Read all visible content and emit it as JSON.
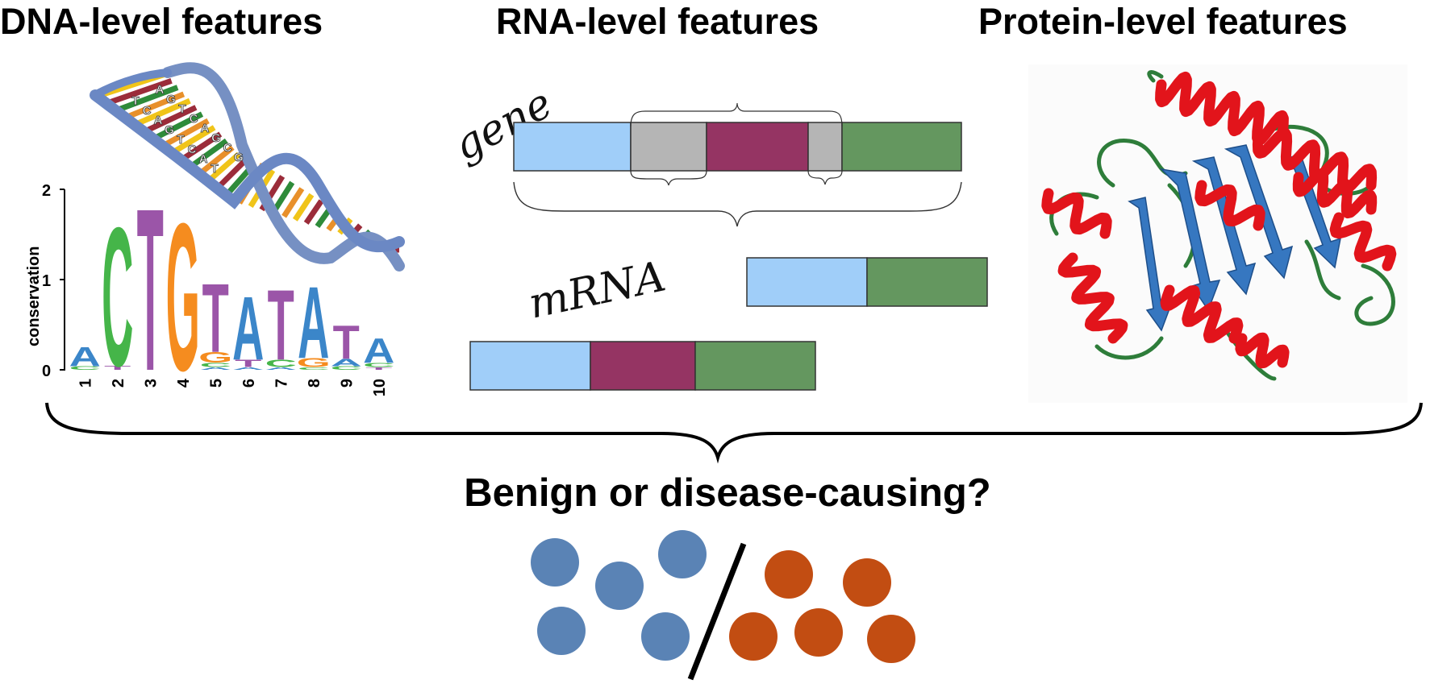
{
  "headings": {
    "dna": "DNA-level features",
    "rna": "RNA-level features",
    "protein": "Protein-level features"
  },
  "rna": {
    "gene_label": "gene",
    "mrna_label": "mRNA",
    "colors": {
      "exon1": "#a0cef9",
      "intron": "#b5b5b5",
      "exon2": "#953463",
      "exon3": "#64975f"
    }
  },
  "dna_logo": {
    "ylabel": "conservation",
    "yticks": [
      "0",
      "1",
      "2"
    ],
    "positions": [
      "1",
      "2",
      "3",
      "4",
      "5",
      "6",
      "7",
      "8",
      "9",
      "10"
    ],
    "helix_letters": [
      "T",
      "A",
      "C",
      "G",
      "A",
      "T",
      "G",
      "C",
      "T",
      "A",
      "C",
      "G",
      "A",
      "C",
      "T",
      "G"
    ],
    "stacks": [
      [
        [
          "C",
          0.04
        ],
        [
          "A",
          0.22
        ]
      ],
      [
        [
          "T",
          0.05
        ],
        [
          "C",
          1.58
        ]
      ],
      [
        [
          "T",
          1.85
        ]
      ],
      [
        [
          "G",
          1.68
        ]
      ],
      [
        [
          "A",
          0.03
        ],
        [
          "C",
          0.05
        ],
        [
          "G",
          0.12
        ],
        [
          "T",
          0.78
        ]
      ],
      [
        [
          "A",
          0.03
        ],
        [
          "T",
          0.08
        ],
        [
          "A",
          0.72
        ]
      ],
      [
        [
          "A",
          0.03
        ],
        [
          "C",
          0.08
        ],
        [
          "T",
          0.8
        ]
      ],
      [
        [
          "C",
          0.03
        ],
        [
          "G",
          0.1
        ],
        [
          "A",
          0.82
        ]
      ],
      [
        [
          "C",
          0.04
        ],
        [
          "A",
          0.08
        ],
        [
          "T",
          0.38
        ]
      ],
      [
        [
          "T",
          0.03
        ],
        [
          "C",
          0.05
        ],
        [
          "A",
          0.28
        ]
      ]
    ],
    "letter_colors": {
      "A": "#3b86c9",
      "C": "#45b549",
      "G": "#f58c1f",
      "T": "#9b55a8"
    }
  },
  "protein": {
    "helix_color": "#e2141b",
    "strand_color": "#3677c0",
    "loop_color": "#2e7d3a"
  },
  "classification": {
    "question": "Benign or disease-causing?",
    "benign_color": "#5a83b5",
    "disease_color": "#c24d12"
  }
}
